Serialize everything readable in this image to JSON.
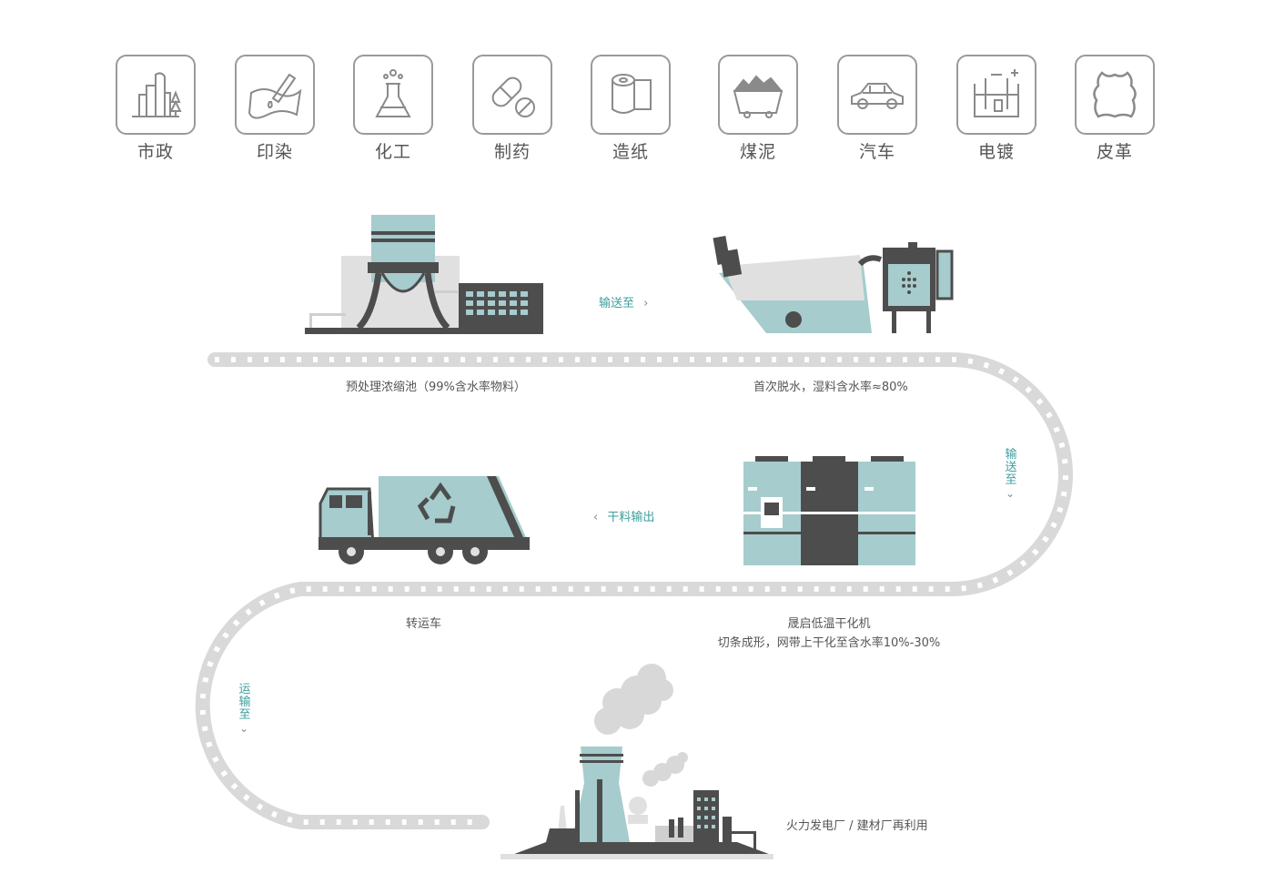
{
  "industries": [
    {
      "label": "市政",
      "icon": "city-buildings-icon"
    },
    {
      "label": "印染",
      "icon": "dye-printing-icon"
    },
    {
      "label": "化工",
      "icon": "chemical-flask-icon"
    },
    {
      "label": "制药",
      "icon": "pills-icon"
    },
    {
      "label": "造纸",
      "icon": "paper-roll-icon"
    },
    {
      "label": "煤泥",
      "icon": "coal-cart-icon"
    },
    {
      "label": "汽车",
      "icon": "car-icon"
    },
    {
      "label": "电镀",
      "icon": "electroplating-tank-icon"
    },
    {
      "label": "皮革",
      "icon": "leather-hide-icon"
    }
  ],
  "flow": {
    "step1": "预处理浓缩池（99%含水率物料）",
    "step2": "首次脱水，湿料含水率≈80%",
    "step3_line1": "晟启低温干化机",
    "step3_line2": "切条成形，网带上干化至含水率10%-30%",
    "step4": "转运车",
    "step5": "火力发电厂 / 建材厂再利用",
    "arrow1": "输送至",
    "arrow2": "输送至",
    "arrow3": "干料输出",
    "arrow4": "运输至"
  },
  "colors": {
    "accent": "#3e9d9d",
    "teal_fill": "#a6cccd",
    "dark": "#4d4d4d",
    "light_gray": "#dcdcdc",
    "track": "#d6d6d6"
  }
}
